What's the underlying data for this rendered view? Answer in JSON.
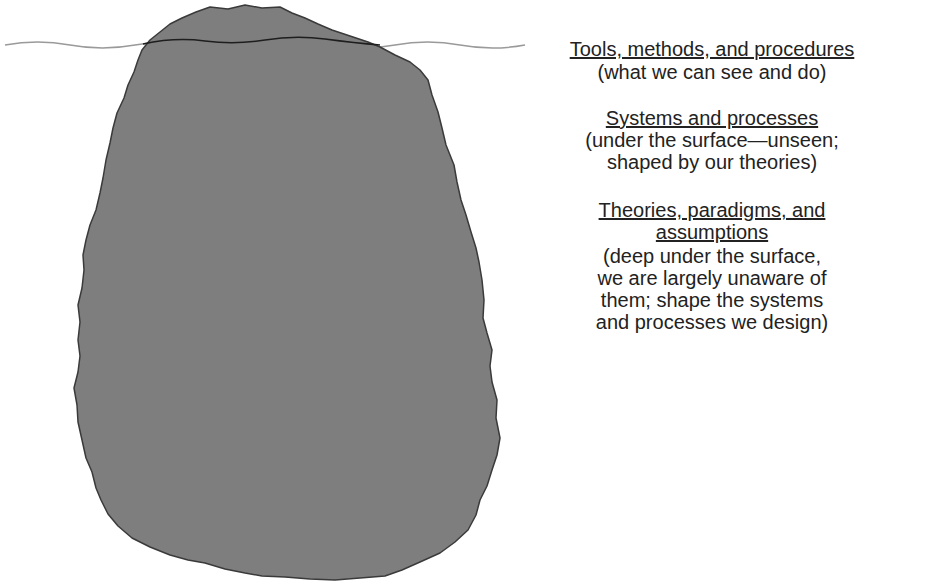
{
  "diagram": {
    "labels": [
      "Tools, methods, and procedures",
      "(what we can see and do)",
      "Systems and processes",
      "(under the surface—unseen; shaped by our theories)",
      "Theories, paradigms, and assumptions",
      "(deep under the surface, we are largely unaware of them; shape the systems and processes we design)"
    ]
  }
}
